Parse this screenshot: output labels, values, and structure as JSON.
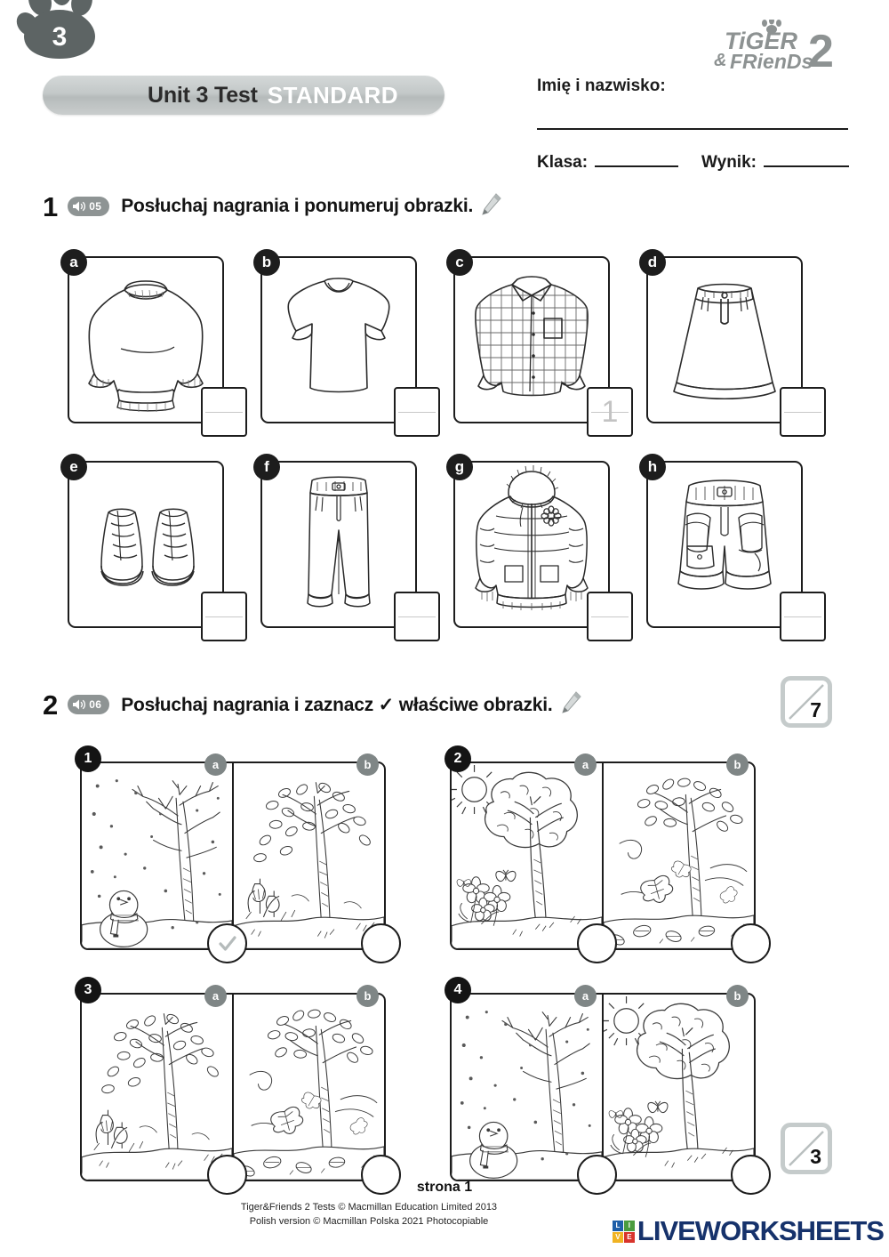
{
  "header": {
    "unit_number": "3",
    "title_main": "Unit 3 Test",
    "title_level": "STANDARD",
    "logo": {
      "line1": "TiGER",
      "amp": "&",
      "line2": "FRienDs",
      "number": "2"
    },
    "name_label": "Imię i nazwisko:",
    "class_label": "Klasa:",
    "score_label": "Wynik:"
  },
  "exercises": [
    {
      "number": "1",
      "audio_track": "05",
      "instruction": "Posłuchaj nagrania i ponumeruj obrazki.",
      "score": "7",
      "items": [
        {
          "letter": "a",
          "picture": "jumper",
          "answer": ""
        },
        {
          "letter": "b",
          "picture": "t-shirt",
          "answer": ""
        },
        {
          "letter": "c",
          "picture": "shirt",
          "answer": "1"
        },
        {
          "letter": "d",
          "picture": "skirt",
          "answer": ""
        },
        {
          "letter": "e",
          "picture": "shoes",
          "answer": ""
        },
        {
          "letter": "f",
          "picture": "trousers",
          "answer": ""
        },
        {
          "letter": "g",
          "picture": "jacket",
          "answer": ""
        },
        {
          "letter": "h",
          "picture": "shorts",
          "answer": ""
        }
      ]
    },
    {
      "number": "2",
      "audio_track": "06",
      "instruction": "Posłuchaj nagrania i zaznacz ✓ właściwe obrazki.",
      "score": "3",
      "items": [
        {
          "number": "1",
          "options": [
            {
              "tag": "a",
              "scene": "winter",
              "checked": true
            },
            {
              "tag": "b",
              "scene": "spring",
              "checked": false
            }
          ]
        },
        {
          "number": "2",
          "options": [
            {
              "tag": "a",
              "scene": "summer",
              "checked": false
            },
            {
              "tag": "b",
              "scene": "autumn",
              "checked": false
            }
          ]
        },
        {
          "number": "3",
          "options": [
            {
              "tag": "a",
              "scene": "spring",
              "checked": false
            },
            {
              "tag": "b",
              "scene": "autumn",
              "checked": false
            }
          ]
        },
        {
          "number": "4",
          "options": [
            {
              "tag": "a",
              "scene": "winter",
              "checked": false
            },
            {
              "tag": "b",
              "scene": "summer",
              "checked": false
            }
          ]
        }
      ]
    }
  ],
  "footer": {
    "page_label": "strona 1",
    "copyright_line1": "Tiger&Friends 2 Tests © Macmillan Education Limited 2013",
    "copyright_line2": "Polish version © Macmillan Polska 2021 Photocopiable",
    "brand": {
      "tiles": [
        "L",
        "I",
        "V",
        "E"
      ],
      "tile_colors": [
        "#1f5fa8",
        "#4a9c3f",
        "#f0b323",
        "#d8342c"
      ],
      "word": "LIVEWORKSHEETS",
      "word_color": "#16326b"
    }
  },
  "colors": {
    "bar_grey": "#c3c8c8",
    "badge_grey": "#8e9494",
    "tag_grey": "#7f8686",
    "ink": "#1d1d1d",
    "answer_grey": "#c3c3c3"
  }
}
